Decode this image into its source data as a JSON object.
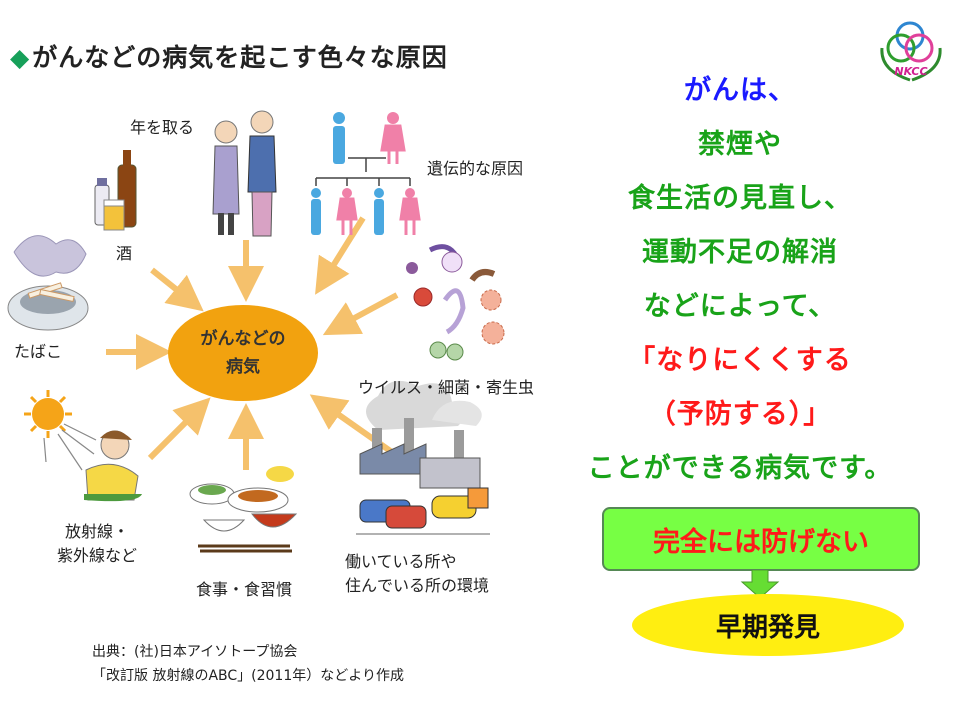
{
  "title": "がんなどの病気を起こす色々な原因",
  "logo": {
    "text": "NKCC"
  },
  "center": {
    "line1": "がんなどの",
    "line2": "病気"
  },
  "causes": {
    "age": "年を取る",
    "genetic": "遺伝的な原因",
    "alcohol": "酒",
    "tobacco": "たばこ",
    "virus": "ウイルス・細菌・寄生虫",
    "radiation_line1": "放射線・",
    "radiation_line2": "紫外線など",
    "diet": "食事・食習慣",
    "environment_line1": "働いている所や",
    "environment_line2": "住んでいる所の環境"
  },
  "source": {
    "line1": "出典：(社)日本アイソトープ協会",
    "line2": "「改訂版 放射線のABC」(2011年）などより作成"
  },
  "message": {
    "lines": [
      {
        "text": "がんは、",
        "color": "#1a1aff"
      },
      {
        "text": "禁煙や",
        "color": "#19a319"
      },
      {
        "text": "食生活の見直し、",
        "color": "#19a319"
      },
      {
        "text": "運動不足の解消",
        "color": "#19a319"
      },
      {
        "text": "などによって、",
        "color": "#19a319"
      },
      {
        "text": "「なりにくくする",
        "color": "#ff1a1a"
      },
      {
        "text": "（予防する）」",
        "color": "#ff1a1a"
      },
      {
        "text": "ことができる病気です。",
        "color": "#19a319"
      }
    ]
  },
  "box": {
    "cannot_prevent": "完全には防げない",
    "early_detection": "早期発見"
  },
  "colors": {
    "arrow": "#f5c16c",
    "center": "#f2a20f",
    "green_box": "#77ff44",
    "yellow_oval": "#ffee11"
  }
}
